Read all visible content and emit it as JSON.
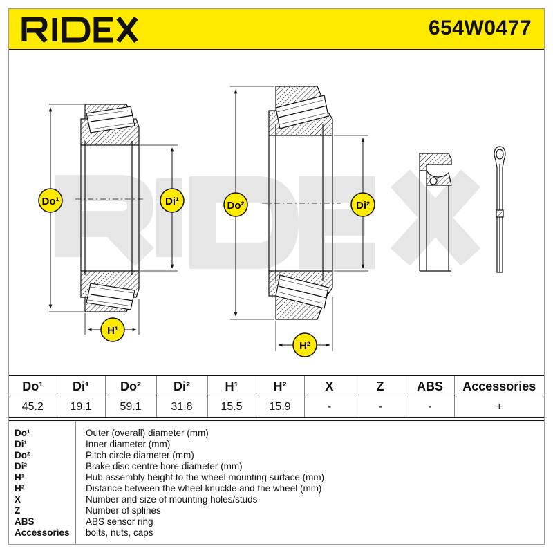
{
  "header": {
    "brand": "RIDEX",
    "part_number": "654W0477"
  },
  "drawing": {
    "labels": {
      "do1": "Do¹",
      "di1": "Di¹",
      "h1": "H¹",
      "do2": "Do²",
      "di2": "Di²",
      "h2": "H²"
    }
  },
  "spec_table": {
    "headers": [
      "Do¹",
      "Di¹",
      "Do²",
      "Di²",
      "H¹",
      "H²",
      "X",
      "Z",
      "ABS",
      "Accessories"
    ],
    "values": [
      "45.2",
      "19.1",
      "59.1",
      "31.8",
      "15.5",
      "15.9",
      "-",
      "-",
      "-",
      "+"
    ]
  },
  "legend": [
    {
      "key": "Do¹",
      "desc": "Outer (overall) diameter (mm)"
    },
    {
      "key": "Di¹",
      "desc": "Inner diameter (mm)"
    },
    {
      "key": "Do²",
      "desc": "Pitch circle diameter (mm)"
    },
    {
      "key": "Di²",
      "desc": "Brake disc centre bore diameter (mm)"
    },
    {
      "key": "H¹",
      "desc": "Hub assembly height to the wheel mounting surface (mm)"
    },
    {
      "key": "H²",
      "desc": "Distance between the wheel knuckle and the wheel (mm)"
    },
    {
      "key": "X",
      "desc": "Number and size of mounting holes/studs"
    },
    {
      "key": "Z",
      "desc": "Number of splines"
    },
    {
      "key": "ABS",
      "desc": "ABS sensor ring"
    },
    {
      "key": "Accessories",
      "desc": "bolts, nuts, caps"
    }
  ],
  "colors": {
    "accent_yellow": "#ffea00",
    "ink": "#111111",
    "watermark": "#e6e6e6"
  }
}
